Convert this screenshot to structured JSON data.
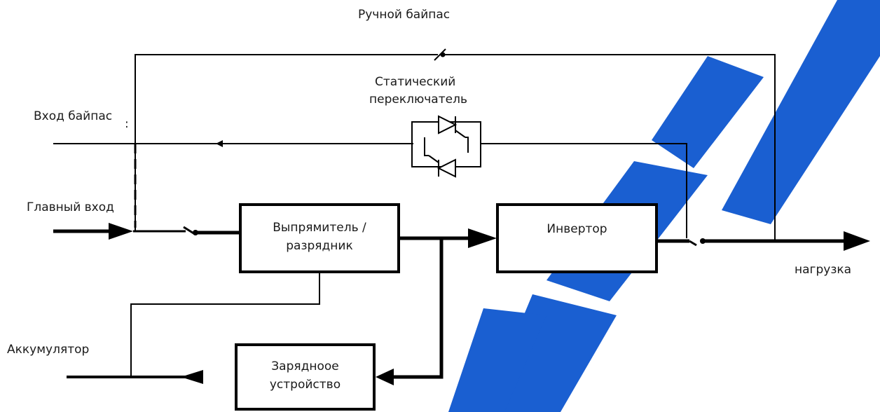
{
  "labels": {
    "manual_bypass": "Ручной байпас",
    "static_switch_line1": "Статический",
    "static_switch_line2": "переключатель",
    "bypass_input": "Вход байпас",
    "main_input": "Главный вход",
    "battery": "Аккумулятор",
    "load": "нагрузка",
    "dot_mark": ":"
  },
  "blocks": {
    "rectifier_line1": "Выпрямитель /",
    "rectifier_line2": "разрядник",
    "inverter": "Инвертор",
    "charger_line1": "Зарядноое",
    "charger_line2": "устройство"
  },
  "colors": {
    "line": "#000000",
    "watermark": "#1a5fd1"
  }
}
